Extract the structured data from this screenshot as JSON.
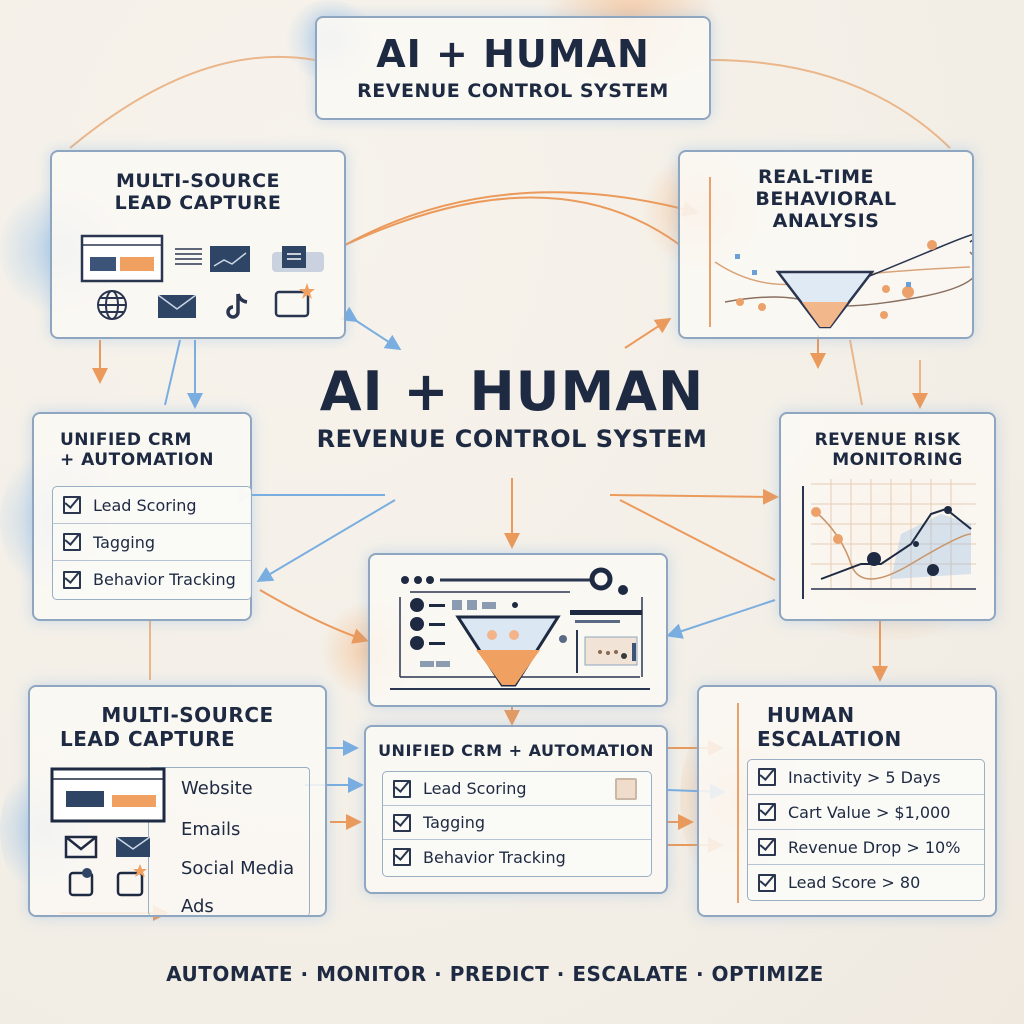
{
  "top_banner": {
    "title": "AI + HUMAN",
    "subtitle": "REVENUE CONTROL SYSTEM"
  },
  "center_hub": {
    "title": "AI + HUMAN",
    "subtitle": "REVENUE CONTROL SYSTEM"
  },
  "lead_capture_top": {
    "title_line1": "MULTI-SOURCE",
    "title_line2": "LEAD CAPTURE",
    "icons": [
      "browser-window-icon",
      "text-lines-icon",
      "chart-card-icon",
      "card-stack-icon",
      "globe-icon",
      "envelope-icon",
      "tiktok-icon",
      "star-frame-icon"
    ]
  },
  "behavioral_analysis": {
    "title_line1": "REAL-TIME",
    "title_line2": "BEHAVIORAL",
    "title_line3": "ANALYSIS",
    "icons": [
      "funnel-icon",
      "trend-lines-icon"
    ]
  },
  "crm_left": {
    "title_line1": "UNIFIED CRM",
    "title_line2": "+ AUTOMATION",
    "items": [
      {
        "label": "Lead Scoring",
        "checked": true
      },
      {
        "label": "Tagging",
        "checked": true
      },
      {
        "label": "Behavior Tracking",
        "checked": true
      }
    ]
  },
  "risk_monitoring": {
    "title_line1": "REVENUE RISK",
    "title_line2": "MONITORING",
    "icons": [
      "line-chart-icon"
    ]
  },
  "dashboard_center": {
    "icons": [
      "window-dots-icon",
      "gear-icon",
      "small-gear-icon",
      "funnel-icon",
      "avatar-list-icon",
      "mini-chart-icon"
    ]
  },
  "lead_capture_bottom": {
    "title_line1": "MULTI-SOURCE",
    "title_line2": "LEAD CAPTURE",
    "sources": [
      "Website",
      "Emails",
      "Social Media",
      "Ads"
    ],
    "icons": [
      "browser-window-icon",
      "mail-outline-icon",
      "envelope-icon",
      "social-icon",
      "star-frame-icon"
    ]
  },
  "crm_bottom": {
    "title": "UNIFIED CRM + AUTOMATION",
    "items": [
      {
        "label": "Lead Scoring",
        "checked": true
      },
      {
        "label": "Tagging",
        "checked": true
      },
      {
        "label": "Behavior Tracking",
        "checked": true
      }
    ]
  },
  "human_escalation": {
    "title_line1": "HUMAN",
    "title_line2": "ESCALATION",
    "items": [
      {
        "label": "Inactivity > 5 Days",
        "checked": true
      },
      {
        "label": "Cart Value > $1,000",
        "checked": true
      },
      {
        "label": "Revenue Drop > 10%",
        "checked": true
      },
      {
        "label": "Lead Score > 80",
        "checked": true
      }
    ]
  },
  "footer": {
    "tagline": "AUTOMATE · MONITOR · PREDICT · ESCALATE · OPTIMIZE"
  },
  "colors": {
    "navy": "#1e2942",
    "orange": "#f0a060",
    "blue": "#7ab0e0",
    "border": "#8fa6c0",
    "background": "#f3efe7"
  }
}
